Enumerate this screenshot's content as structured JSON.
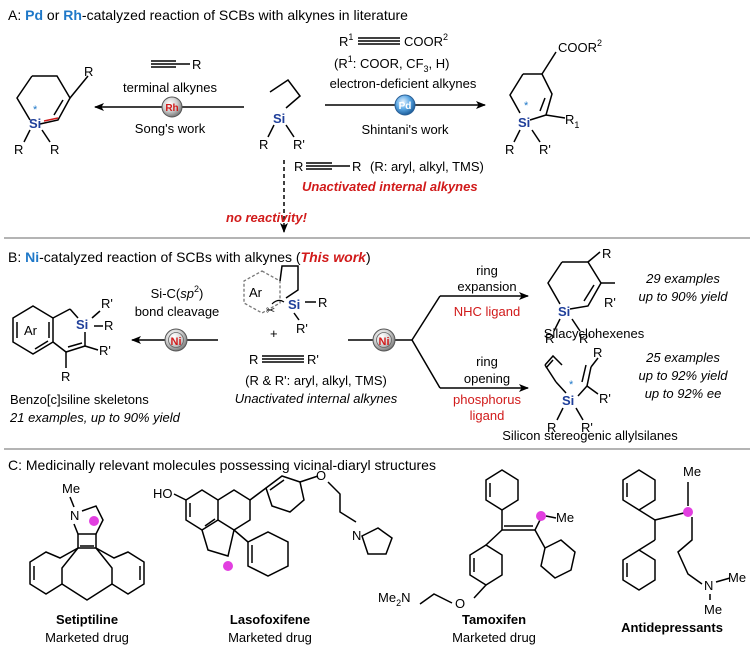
{
  "panel_a": {
    "heading_prefix": "A: ",
    "heading_pd": "Pd",
    "heading_or": " or ",
    "heading_rh": "Rh",
    "heading_rest": "-catalyzed reaction of SCBs with alkynes in literature",
    "left_reagent_r": "R",
    "left_label_top": "terminal alkynes",
    "left_catalyst": "Rh",
    "left_label_bottom": "Song's work",
    "right_reagent_r1": "R",
    "right_reagent_sup1": "1",
    "right_reagent_coor": "COOR",
    "right_reagent_sup2": "2",
    "right_condition_pre": "(R",
    "right_condition_sup": "1",
    "right_condition_post": ": COOR, CF",
    "right_condition_sub": "3",
    "right_condition_end": ", H)",
    "right_label_top": "electron-deficient alkynes",
    "right_catalyst": "Pd",
    "right_label_bottom": "Shintani's work",
    "down_reagent_r": "R",
    "down_condition": "(R: aryl, alkyl, TMS)",
    "down_label": "Unactivated internal alkynes",
    "no_reactivity": "no reactivity!"
  },
  "panel_b": {
    "heading_prefix": "B: ",
    "heading_ni": "Ni",
    "heading_rest": "-catalyzed reaction of SCBs with alkynes (",
    "heading_this": "This work",
    "heading_end": ")",
    "cleavage_1": "Si-C(",
    "cleavage_sp": "sp",
    "cleavage_sup": "2",
    "cleavage_2": ")",
    "cleavage_3": "bond cleavage",
    "catalyst_left": "Ni",
    "catalyst_center": "Ni",
    "plus": "+",
    "alkyne_r": "R",
    "alkyne_rp": "R'",
    "alkyne_condition": "(R & R': aryl, alkyl, TMS)",
    "alkyne_label": "Unactivated internal alkynes",
    "ring_expansion_1": "ring",
    "ring_expansion_2": "expansion",
    "nhc_ligand": "NHC ligand",
    "silacyclohexenes": "Silacyclohexenes",
    "ring_opening_1": "ring",
    "ring_opening_2": "opening",
    "phosphorus_1": "phosphorus",
    "phosphorus_2": "ligand",
    "allylsilanes": "Silicon stereogenic allylsilanes",
    "benzo_label": "Benzo[c]siline skeletons",
    "benzo_examples": "21 examples, up to 90% yield",
    "exp_examples_1": "29 examples",
    "exp_examples_2": "up to 90% yield",
    "open_examples_1": "25 examples",
    "open_examples_2": "up to 92% yield",
    "open_examples_3": "up to 92% ee",
    "ar": "Ar"
  },
  "panel_c": {
    "heading": "C: Medicinally relevant molecules possessing vicinal-diaryl structures",
    "drugs": [
      {
        "name": "Setiptiline",
        "status": "Marketed drug"
      },
      {
        "name": "Lasofoxifene",
        "status": "Marketed drug"
      },
      {
        "name": "Tamoxifen",
        "status": "Marketed drug"
      },
      {
        "name": "Antidepressants",
        "status": ""
      }
    ],
    "me": "Me",
    "ho": "HO",
    "o": "O",
    "n": "N",
    "me2n_pre": "Me",
    "me2n_sub": "2",
    "me2n_post": "N"
  },
  "colors": {
    "accent_blue": "#1f78c8",
    "red": "#d11a1a",
    "si_blue": "#1f3f9a",
    "marker": "#e23fe0"
  }
}
